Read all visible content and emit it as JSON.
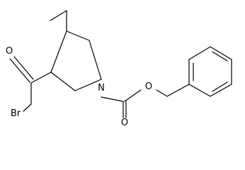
{
  "molecule": {
    "atom_labels": {
      "ring_nitrogen": "N",
      "ketone_oxygen": "O",
      "carbamate_carbonyl_oxygen": "O",
      "carbamate_ester_oxygen": "O",
      "bromine": "Br"
    },
    "colors": {
      "bond": "#000000",
      "label": "#000000",
      "background": "#ffffff"
    }
  }
}
